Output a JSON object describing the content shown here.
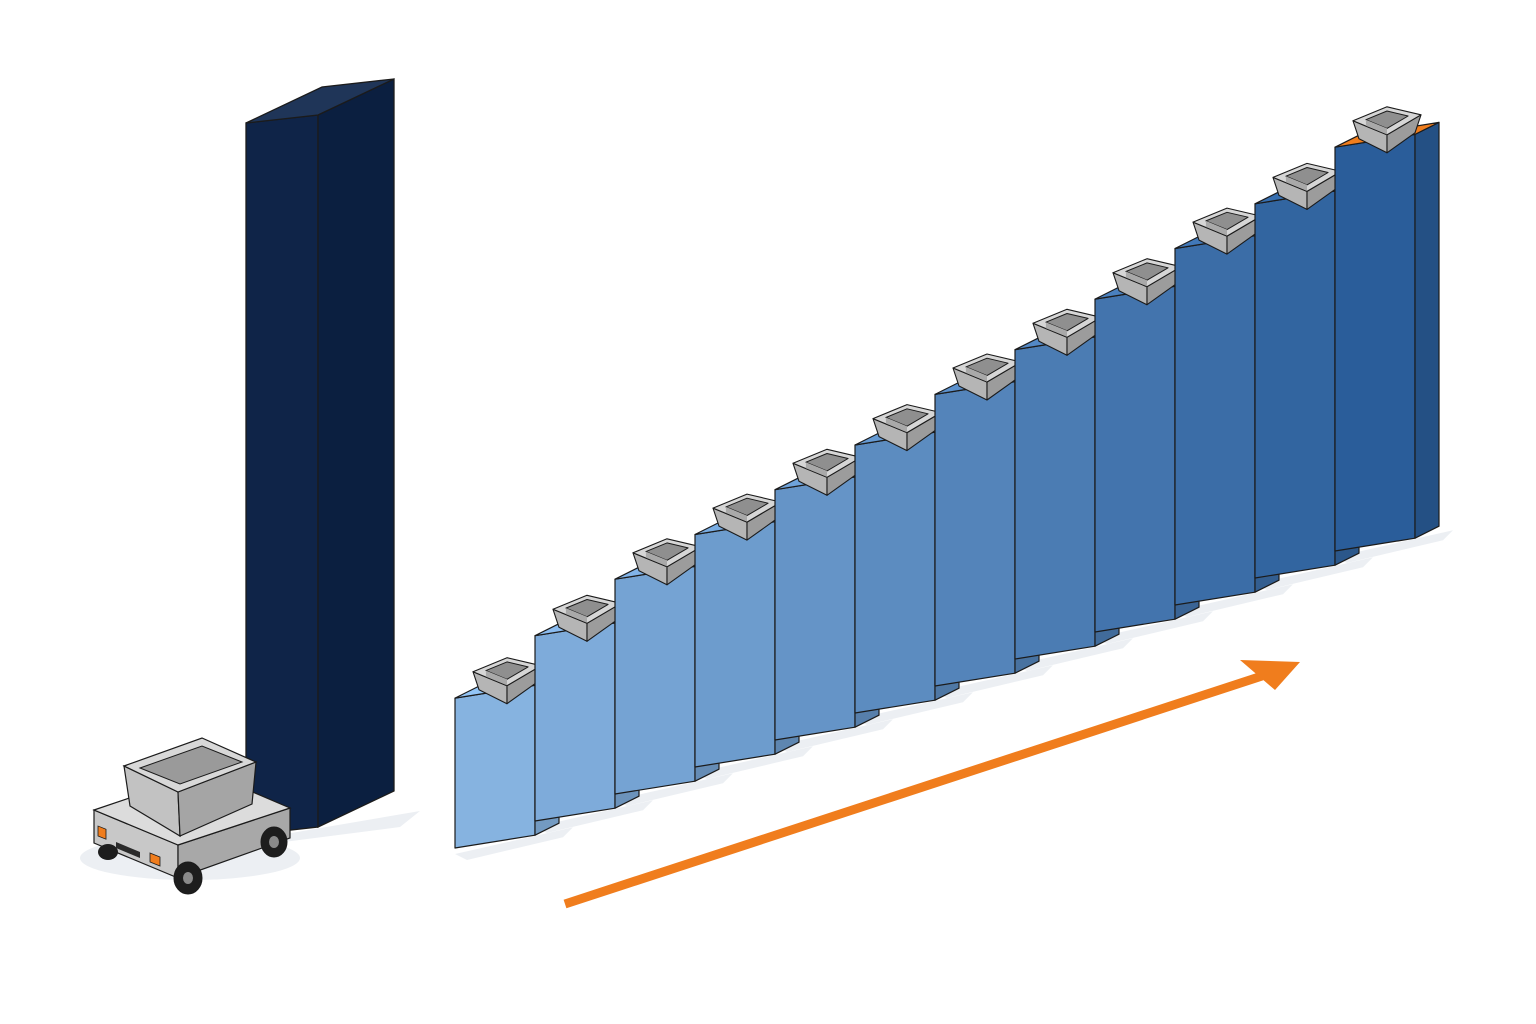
{
  "colors": {
    "background": "#ffffff",
    "tall_bar_front": "#0f2448",
    "tall_bar_side": "#0b1f40",
    "tall_bar_top": "#1f3558",
    "bar_light_front": "#86b3e0",
    "bar_dark_front": "#2a5d9a",
    "accent_orange": "#f07d1d",
    "bin_gray": "#c9c9c9",
    "outline": "#1b1b1b",
    "shadow": "#eceff3"
  },
  "scene": {
    "tall_bar": {
      "name": "tall-dark-column",
      "relative_height": 1.0
    },
    "bars_relative_heights": [
      0.22,
      0.28,
      0.33,
      0.36,
      0.39,
      0.42,
      0.46,
      0.49,
      0.53,
      0.57,
      0.6,
      0.65
    ],
    "bins_on_bars": 12,
    "highlight_last_bar": true,
    "robot": {
      "name": "mobile-robot-with-bin",
      "wheels": 3
    },
    "trend_arrow": {
      "direction": "up-right"
    }
  },
  "icons": [
    "robot-cart-icon",
    "storage-bin-icon",
    "trend-arrow-icon"
  ]
}
